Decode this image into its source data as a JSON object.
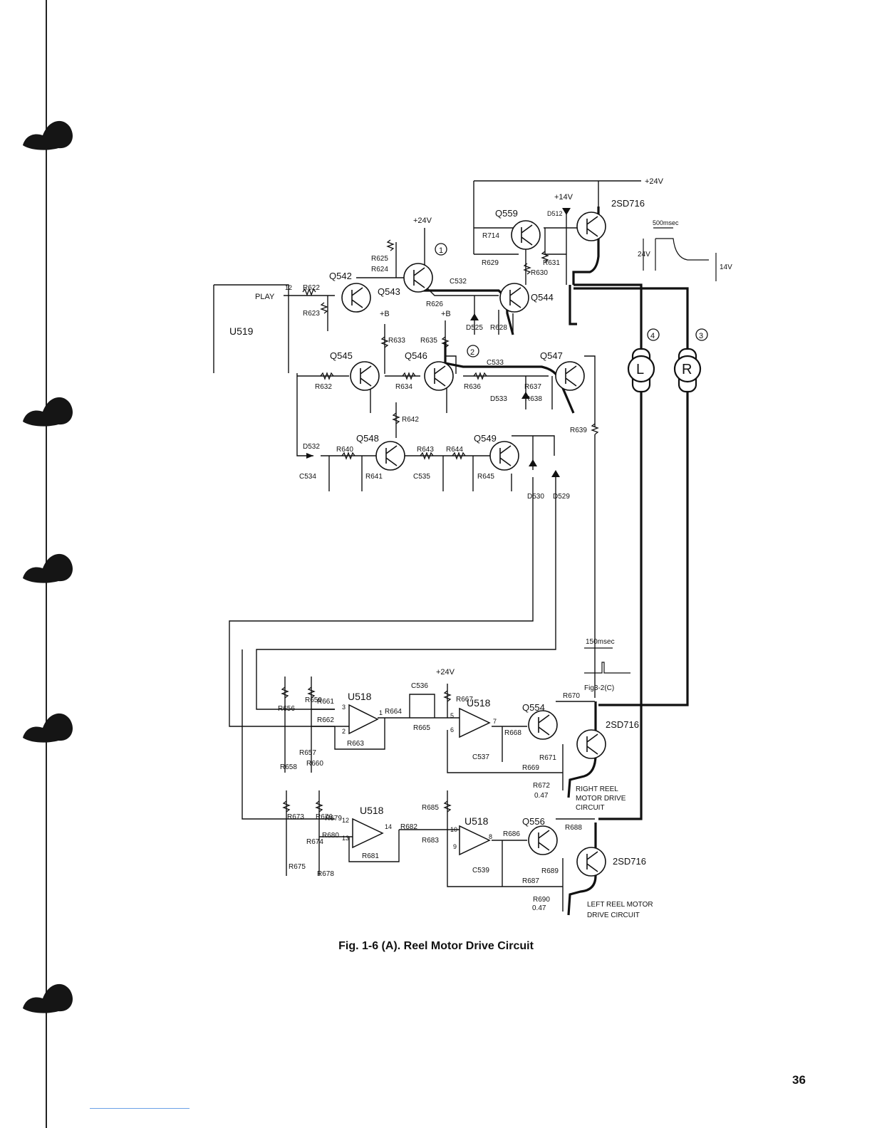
{
  "figure": {
    "caption": "Fig. 1-6 (A).  Reel Motor Drive Circuit",
    "page_number": "36"
  },
  "labels": {
    "supply_24v_top": "+24V",
    "supply_14v": "+14V",
    "supply_24v_q543": "+24V",
    "supply_24v_u518": "+24V",
    "supply_b1": "+B",
    "supply_b2": "+B",
    "ic_u519": "U519",
    "play_pin": "12",
    "play": "PLAY",
    "timing_500": "500msec",
    "timing_24v": "24V",
    "timing_14v": "14V",
    "timing_150": "150msec",
    "fig_ref": "Fig3-2(C)",
    "motor_l": "L",
    "motor_r": "R",
    "node_1": "1",
    "node_2": "2",
    "node_3": "3",
    "node_4": "4",
    "right_reel_1": "RIGHT REEL",
    "right_reel_2": "MOTOR DRIVE",
    "right_reel_3": "CIRCUIT",
    "left_reel_1": "LEFT REEL MOTOR",
    "left_reel_2": "DRIVE CIRCUIT",
    "u518_a": "U518",
    "u518_b": "U518",
    "u518_c": "U518",
    "u518_d": "U518",
    "pin_3": "3",
    "pin_1": "1",
    "pin_2": "2",
    "pin_5": "5",
    "pin_6": "6",
    "pin_7": "7",
    "pin_12": "12",
    "pin_13": "13",
    "pin_14": "14",
    "pin_10": "10",
    "pin_9": "9",
    "pin_8": "8"
  },
  "transistors": [
    "2SD716",
    "Q559",
    "Q542",
    "Q543",
    "Q544",
    "Q545",
    "Q546",
    "Q547",
    "Q548",
    "Q549",
    "Q554",
    "2SD716",
    "Q556",
    "2SD716"
  ],
  "parts": {
    "d512": "D512",
    "r714": "R714",
    "r629": "R629",
    "r631": "R631",
    "r630": "R630",
    "r625": "R625",
    "r624": "R624",
    "r622": "R622",
    "r623": "R623",
    "c532": "C532",
    "r626": "R626",
    "d525": "D525",
    "r628": "R628",
    "r633": "R633",
    "r635": "R635",
    "r632": "R632",
    "r634": "R634",
    "r636": "R636",
    "c533": "C533",
    "r637": "R637",
    "d533": "D533",
    "r638": "R638",
    "r639": "R639",
    "r642": "R642",
    "d532": "D532",
    "r640": "R640",
    "c534": "C534",
    "r641": "R641",
    "r643": "R643",
    "r644": "R644",
    "c535": "C535",
    "r645": "R645",
    "d530": "D530",
    "d529": "D529",
    "r656": "R656",
    "r659": "R659",
    "r661": "R661",
    "r662": "R662",
    "r663": "R663",
    "r657": "R657",
    "r658": "R658",
    "r660": "R660",
    "c536": "C536",
    "r667": "R667",
    "r664": "R664",
    "r665": "R665",
    "r668": "R668",
    "r670": "R670",
    "c537": "C537",
    "r671": "R671",
    "r669": "R669",
    "r672": "R672",
    "r672_val": "0.47",
    "r673": "R673",
    "r676": "R676",
    "r679": "R679",
    "r680": "R680",
    "r674": "R674",
    "r675": "R675",
    "r678": "R678",
    "r681": "R681",
    "r685": "R685",
    "r682": "R682",
    "r683": "R683",
    "r686": "R686",
    "r688": "R688",
    "c539": "C539",
    "r689": "R689",
    "r687": "R687",
    "r690": "R690",
    "r690_val": "0.47"
  }
}
